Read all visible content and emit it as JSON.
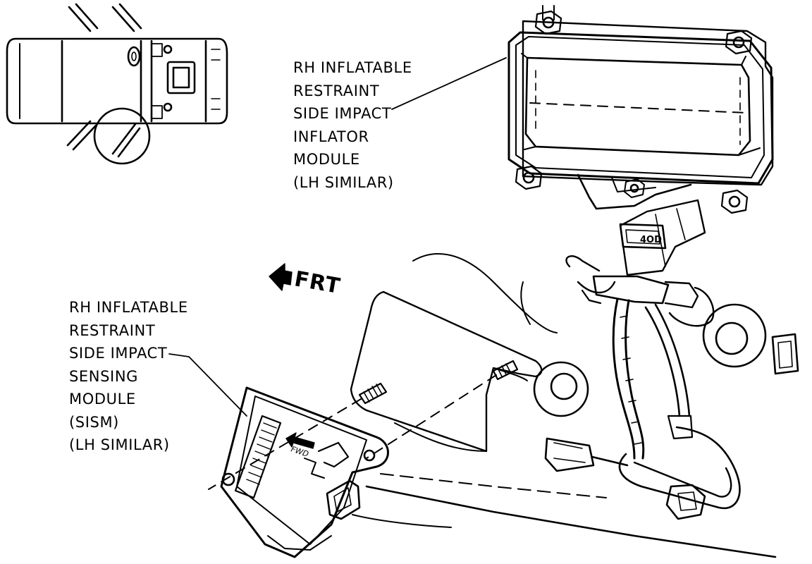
{
  "labels": {
    "inflator": [
      "RH INFLATABLE",
      "RESTRAINT",
      "SIDE IMPACT",
      "INFLATOR",
      "MODULE",
      "(LH SIMILAR)"
    ],
    "sensor": [
      "RH INFLATABLE",
      "RESTRAINT",
      "SIDE IMPACT",
      "SENSING",
      "MODULE",
      "(SISM)",
      "(LH SIMILAR)"
    ],
    "direction": "FRT",
    "sensor_arrow_text": "FWD",
    "connector_text": "4OD"
  },
  "colors": {
    "ink": "#000000",
    "paper": "#ffffff"
  }
}
